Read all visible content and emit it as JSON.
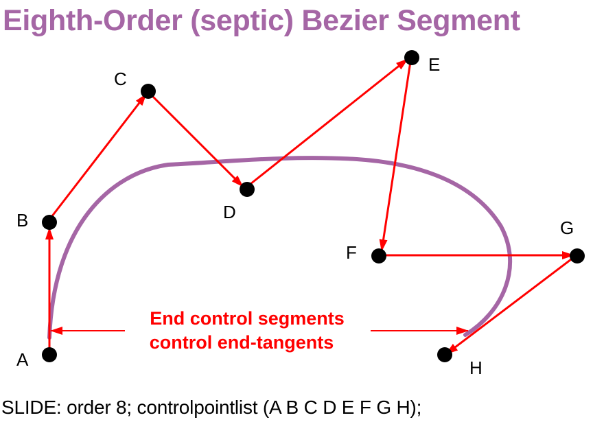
{
  "title": "Eighth-Order (septic) Bezier Segment",
  "control_points": [
    {
      "label": "A"
    },
    {
      "label": "B"
    },
    {
      "label": "C"
    },
    {
      "label": "D"
    },
    {
      "label": "E"
    },
    {
      "label": "F"
    },
    {
      "label": "G"
    },
    {
      "label": "H"
    }
  ],
  "annotation": {
    "line1": "End control segments",
    "line2": "control end-tangents"
  },
  "caption": "SLIDE:  order 8;  controlpointlist (A B C D E F G H);",
  "colors": {
    "title": "#a566a5",
    "curve": "#a566a5",
    "control_polygon": "#ff0000",
    "annotation": "#ff0000",
    "points": "#000000"
  }
}
